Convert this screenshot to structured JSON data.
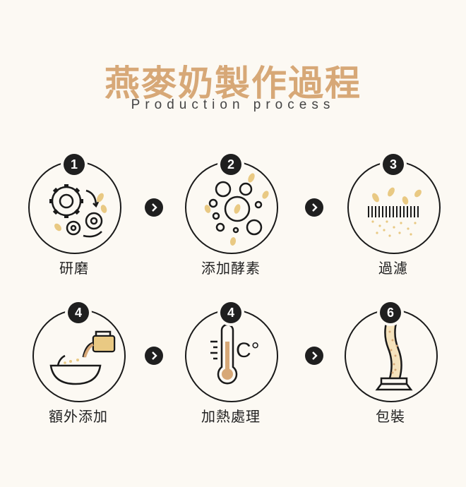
{
  "header": {
    "title": "燕麥奶製作過程",
    "subtitle": "Production process"
  },
  "steps": [
    {
      "badge": "1",
      "label": "研磨",
      "icon": "gears-icon"
    },
    {
      "badge": "2",
      "label": "添加酵素",
      "icon": "bubbles-icon"
    },
    {
      "badge": "3",
      "label": "過濾",
      "icon": "filter-icon"
    },
    {
      "badge": "4",
      "label": "額外添加",
      "icon": "pouring-bowl-icon"
    },
    {
      "badge": "4",
      "label": "加熱處理",
      "icon": "thermometer-icon"
    },
    {
      "badge": "6",
      "label": "包裝",
      "icon": "packaging-icon"
    }
  ],
  "thermometer_unit": "C°",
  "colors": {
    "accent": "#d7a877",
    "grain": "#e9c983",
    "ink": "#1f1f1f",
    "background": "#fcf9f3"
  }
}
